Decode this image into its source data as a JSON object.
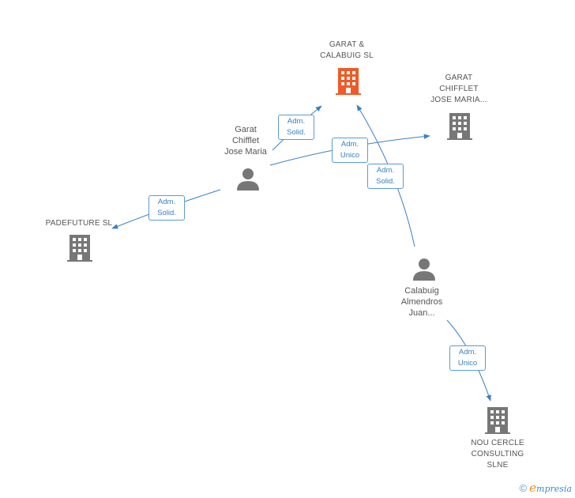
{
  "colors": {
    "edge": "#3a7fc4",
    "company_main": "#f05a28",
    "company": "#777777",
    "person": "#777777"
  },
  "nodes": {
    "garat_calabuig": {
      "type": "company",
      "highlight": true,
      "label": [
        "GARAT &",
        "CALABUIG SL"
      ]
    },
    "garat_chifflet_company": {
      "type": "company",
      "label": [
        "GARAT",
        "CHIFFLET",
        "JOSE MARIA..."
      ]
    },
    "padefuture": {
      "type": "company",
      "label": [
        "PADEFUTURE SL"
      ]
    },
    "nou_cercle": {
      "type": "company",
      "label": [
        "NOU CERCLE",
        "CONSULTING",
        "SLNE"
      ]
    },
    "garat_person": {
      "type": "person",
      "label": [
        "Garat",
        "Chifflet",
        "Jose Maria"
      ]
    },
    "calabuig_person": {
      "type": "person",
      "label": [
        "Calabuig",
        "Almendros",
        "Juan..."
      ]
    }
  },
  "edges": {
    "e1": {
      "label": [
        "Adm.",
        "Solid."
      ]
    },
    "e2": {
      "label": [
        "Adm.",
        "Unico"
      ]
    },
    "e3": {
      "label": [
        "Adm.",
        "Solid."
      ]
    },
    "e4": {
      "label": [
        "Adm.",
        "Solid."
      ]
    },
    "e5": {
      "label": [
        "Adm.",
        "Unico"
      ]
    }
  },
  "footer": {
    "copyright": "©",
    "brand_initial": "e",
    "brand_rest": "mpresia"
  }
}
